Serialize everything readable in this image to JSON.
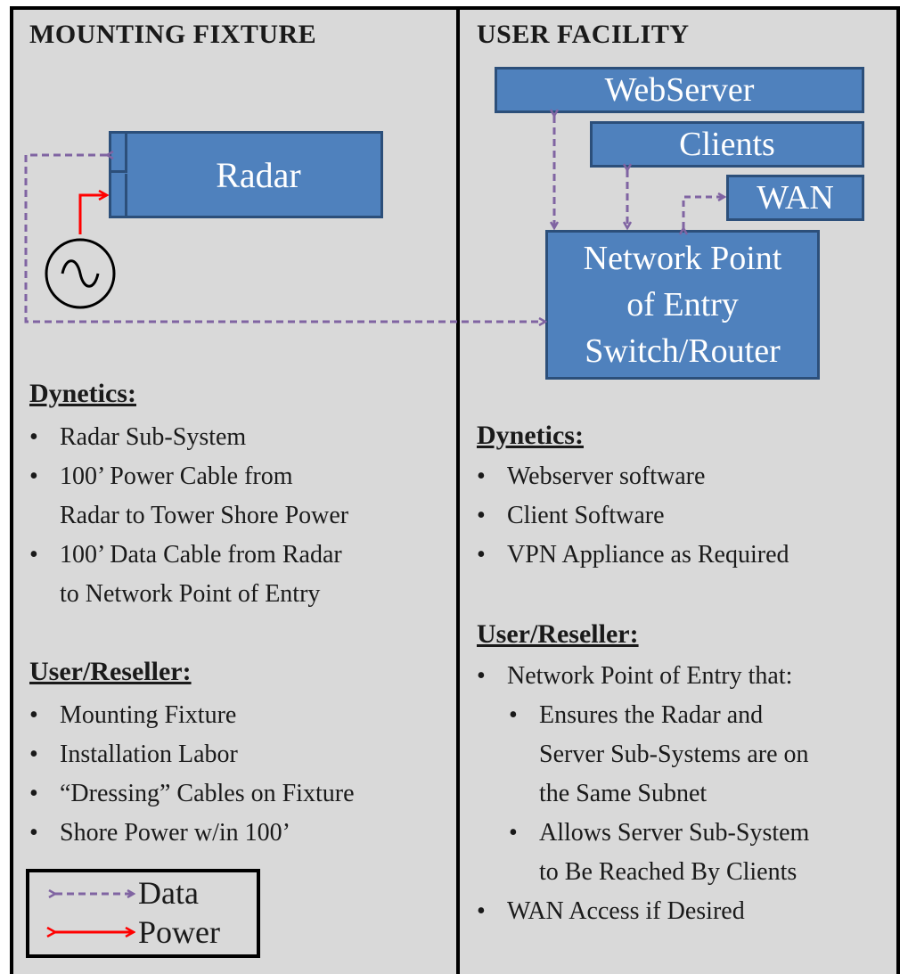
{
  "left": {
    "heading": "MOUNTING FIXTURE",
    "radar_label": "Radar",
    "dynetics": {
      "title": "Dynetics:",
      "items": [
        "Radar Sub-System",
        "100’ Power Cable from",
        "Radar to Tower Shore Power",
        "100’ Data Cable from Radar",
        "to Network Point of Entry"
      ]
    },
    "user": {
      "title": "User/Reseller:",
      "items": [
        "Mounting Fixture",
        "Installation Labor",
        "“Dressing” Cables on Fixture",
        "Shore Power w/in 100’"
      ]
    }
  },
  "right": {
    "heading": "USER FACILITY",
    "webserver_label": "WebServer",
    "clients_label": "Clients",
    "wan_label": "WAN",
    "npe_lines": [
      "Network Point",
      "of Entry",
      "Switch/Router"
    ],
    "dynetics": {
      "title": "Dynetics:",
      "items": [
        "Webserver software",
        "Client Software",
        "VPN Appliance as Required"
      ]
    },
    "user": {
      "title": "User/Reseller:",
      "items": [
        "Network Point of Entry that:",
        "Ensures the Radar and",
        "Server Sub-Systems are on",
        "the Same Subnet",
        "Allows Server Sub-System",
        "to Be Reached By Clients",
        "WAN Access if Desired"
      ]
    }
  },
  "legend": {
    "data_label": "Data",
    "power_label": "Power"
  },
  "colors": {
    "box_fill": "#4f81bd",
    "box_border": "#2c4f7a",
    "data_arrow": "#8064a2",
    "power_arrow": "#ff0000",
    "panel_bg": "#d9d9d9"
  }
}
